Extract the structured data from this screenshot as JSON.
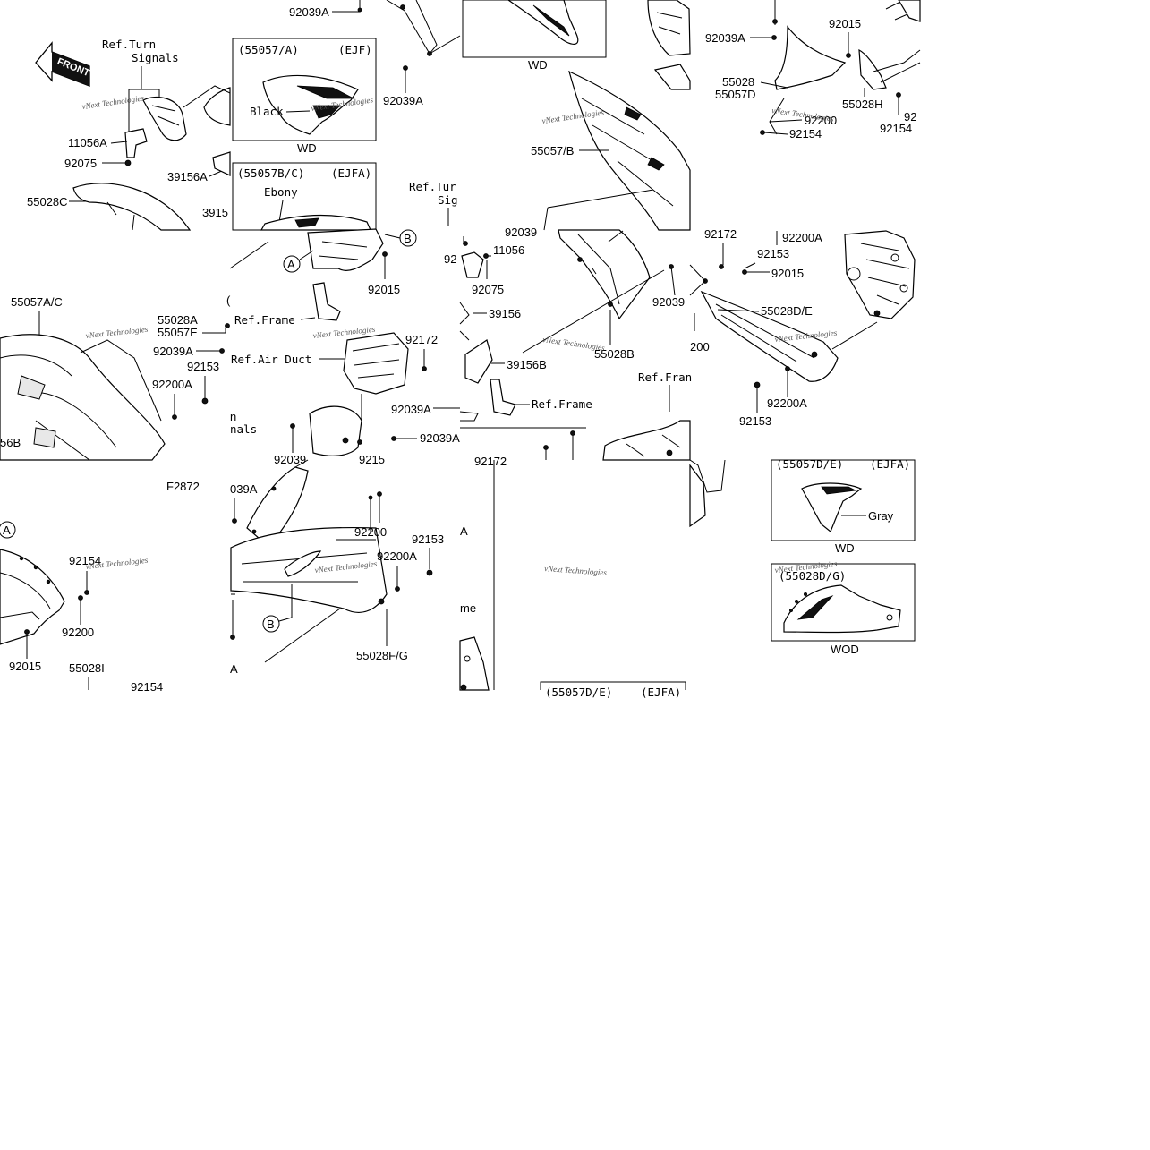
{
  "diagram": {
    "figure_code": "F2872",
    "watermark": "vNext Technologies",
    "front_label": "FRONT",
    "callout_a": "A",
    "callout_b": "B",
    "insets": {
      "a": {
        "code": "(55057/A)",
        "variant": "(EJF)",
        "color": "Black",
        "caption": "WD"
      },
      "bc": {
        "code": "(55057B/C)",
        "variant": "(EJFA)",
        "color": "Ebony"
      },
      "top_wd": {
        "caption": "WD"
      },
      "de": {
        "code": "(55057D/E)",
        "variant": "(EJFA)",
        "color": "Gray",
        "caption": "WD"
      },
      "dg": {
        "code": "(55028D/G)",
        "caption": "WOD"
      },
      "partial": {
        "code": "(55057D/E)",
        "variant": "(EJFA)"
      }
    },
    "labels": {
      "t1_ref_turn": "Ref.Turn",
      "t1_signals": "Signals",
      "t1_11056a": "11056A",
      "t1_92075": "92075",
      "t1_55028c": "55028C",
      "t1_39156a": "39156A",
      "t1_3915": "3915",
      "t2_92039a_top": "92039A",
      "t2_92039a": "92039A",
      "t2_ref_tur": "Ref.Tur",
      "t2_sig": "Sig",
      "t3_55057b": "55057/B",
      "t4_92039a": "92039A",
      "t4_92015": "92015",
      "t4_55028": "55028",
      "t4_55057d": "55057D",
      "t4_55028h": "55028H",
      "t4_92200": "92200",
      "t4_92154": "92154",
      "t4_92154b": "92154",
      "t4_92": "92",
      "t5_55057ac": "55057A/C",
      "t5_55028a": "55028A",
      "t5_55057e": "55057E",
      "t5_92039a": "92039A",
      "t5_92153": "92153",
      "t5_92200a": "92200A",
      "t5_56b": "56B",
      "t5_n": "n",
      "t5_nals": "nals",
      "t6_92015": "92015",
      "t6_ref_frame": "Ref.Frame",
      "t6_ref_air_duct": "Ref.Air Duct",
      "t6_92172": "92172",
      "t6_92039a": "92039A",
      "t6_92039a_r": "92039A",
      "t6_92039": "92039",
      "t6_9215": "9215",
      "t6_paren": "(",
      "t7_92039": "92039",
      "t7_92": "92",
      "t7_11056": "11056",
      "t7_92075": "92075",
      "t7_39156": "39156",
      "t7_39156b": "39156B",
      "t7_ref_frame": "Ref.Frame",
      "t7_55028b": "55028B",
      "t7_ref_fram": "Ref.Fran",
      "t8_92172": "92172",
      "t8_92153": "92153",
      "t8_92200a_top": "92200A",
      "t8_92015": "92015",
      "t8_55028de": "55028D/E",
      "t8_200": "200",
      "t8_92200a": "92200A",
      "t8_92153b": "92153",
      "t9_a": "A",
      "t9_92154": "92154",
      "t9_92200": "92200",
      "t9_92015": "92015",
      "t9_55028i": "55028I",
      "t9_92154b": "92154",
      "t10_039a": "039A",
      "t10_92200": "92200",
      "t10_92153": "92153",
      "t10_92200a": "92200A",
      "t10_55028fg": "55028F/G",
      "t10_a": "A",
      "t11_a": "A",
      "t11_me": "me",
      "t11_92172": "92172"
    }
  }
}
